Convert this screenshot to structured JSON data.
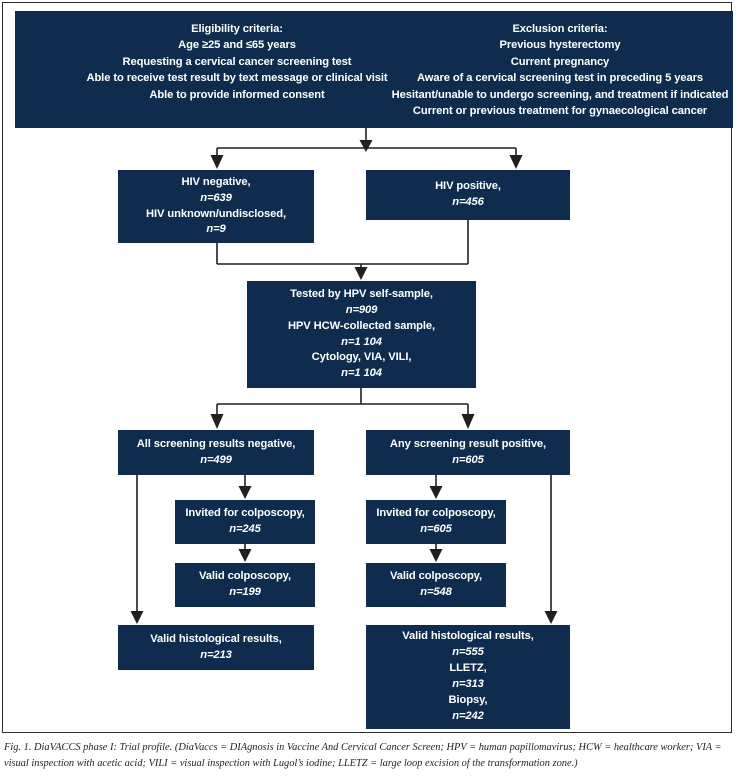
{
  "figure": {
    "accent_navy": "#0f2c4e",
    "line_color": "#231f20"
  },
  "banner": {
    "eligibility": {
      "title": "Eligibility criteria:",
      "lines": [
        "Age ≥25 and ≤65 years",
        "Requesting a cervical cancer screening test",
        "Able to receive test result by text message or clinical visit",
        "Able to provide informed consent"
      ]
    },
    "exclusion": {
      "title": "Exclusion criteria:",
      "lines": [
        "Previous hysterectomy",
        "Current pregnancy",
        "Aware of a cervical screening test in preceding 5 years",
        "Hesitant/unable to undergo screening, and treatment if indicated",
        "Current or previous treatment for gynaecological cancer"
      ]
    }
  },
  "nodes": {
    "hiv_negative": {
      "line1": "HIV negative,",
      "n1": "n=639",
      "line2": "HIV unknown/undisclosed,",
      "n2": "n=9"
    },
    "hiv_positive": {
      "line1": "HIV positive,",
      "n1": "n=456"
    },
    "tested": {
      "line1": "Tested by HPV self-sample,",
      "n1": "n=909",
      "line2": "HPV HCW-collected sample,",
      "n2": "n=1 104",
      "line3": "Cytology, VIA, VILI,",
      "n3": "n=1 104"
    },
    "all_negative": {
      "line1": "All screening results negative,",
      "n1": "n=499"
    },
    "any_positive": {
      "line1": "Any screening result positive,",
      "n1": "n=605"
    },
    "invited_left": {
      "line1": "Invited for colposcopy,",
      "n1": "n=245"
    },
    "invited_right": {
      "line1": "Invited for colposcopy,",
      "n1": "n=605"
    },
    "valid_colpo_left": {
      "line1": "Valid colposcopy,",
      "n1": "n=199"
    },
    "valid_colpo_right": {
      "line1": "Valid colposcopy,",
      "n1": "n=548"
    },
    "hist_left": {
      "line1": "Valid histological results,",
      "n1": "n=213"
    },
    "hist_right": {
      "line1": "Valid histological results,",
      "n1": "n=555",
      "line2": "LLETZ,",
      "n2": "n=313",
      "line3": "Biopsy,",
      "n3": "n=242"
    }
  },
  "caption": {
    "text": "Fig. 1. DiaVACCS phase I: Trial profile. (DiaVaccs = DIAgnosis in Vaccine And Cervical Cancer Screen; HPV = human papillomavirus; HCW = healthcare worker; VIA = visual inspection with acetic acid; VILI = visual inspection with Lugol’s iodine;  LLETZ = large loop excision of the transformation zone.)"
  }
}
